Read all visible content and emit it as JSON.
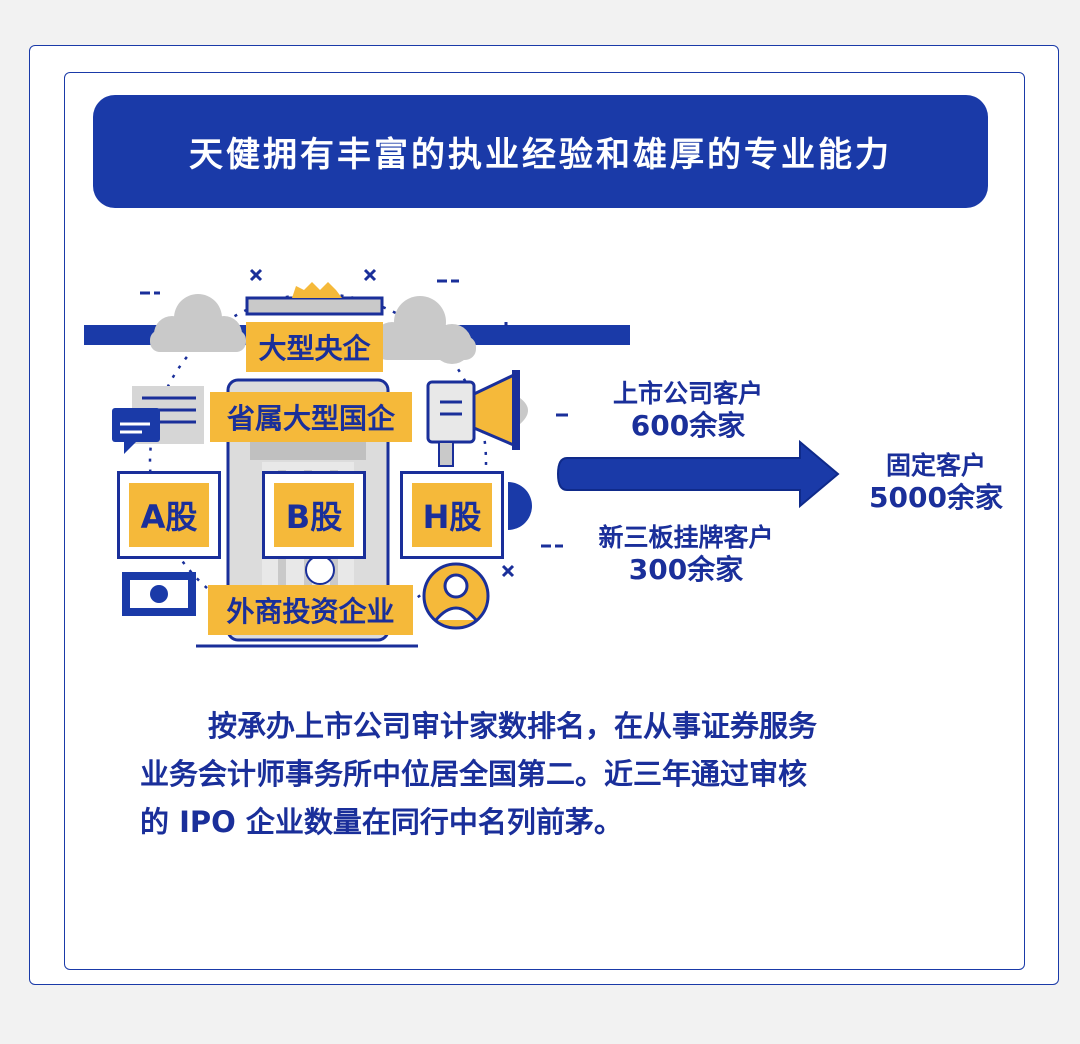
{
  "title": "天健拥有丰富的执业经验和雄厚的专业能力",
  "diagram": {
    "categories": {
      "central_soe": "大型央企",
      "provincial_soe": "省属大型国企",
      "a_share": "A股",
      "b_share": "B股",
      "h_share": "H股",
      "foreign_invested": "外商投资企业"
    },
    "listed_clients": {
      "label": "上市公司客户",
      "count": "600余家"
    },
    "neeq_clients": {
      "label": "新三板挂牌客户",
      "count": "300余家"
    },
    "fixed_clients": {
      "label": "固定客户",
      "count": "5000余家"
    }
  },
  "paragraph": {
    "line1": "按承办上市公司审计家数排名，在从事证券服务",
    "line2": "业务会计师事务所中位居全国第二。近三年通过审核",
    "line3": "的 IPO 企业数量在同行中名列前茅。"
  },
  "colors": {
    "primary_blue": "#1a3aa8",
    "accent_yellow": "#f5b93a",
    "grey": "#c9c9c9"
  }
}
